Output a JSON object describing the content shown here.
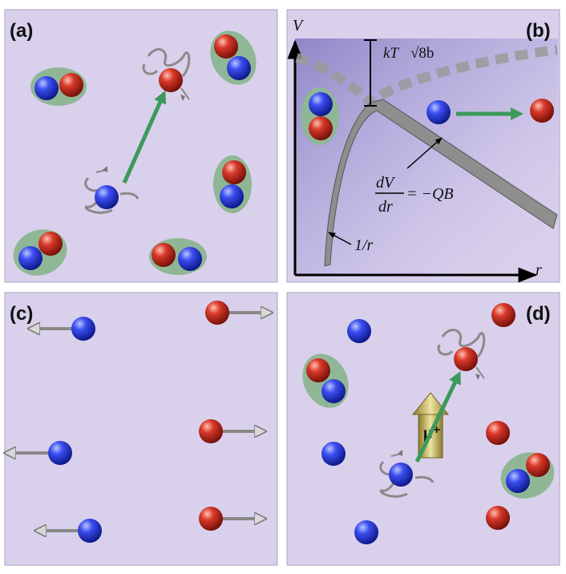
{
  "panels": {
    "a": {
      "label": "(a)"
    },
    "b": {
      "label": "(b)",
      "axis_y_label": "V",
      "axis_x_label": "r",
      "barrier_label_kT": "kT",
      "barrier_label_sqrt": "√8b",
      "slope_num": "dV",
      "slope_den": "dr",
      "slope_rhs": "= −QB",
      "inverse_r_label": "1/r"
    },
    "c": {
      "label": "(c)"
    },
    "d": {
      "label": "(d)",
      "muon_label": "μ⁺"
    }
  },
  "colors": {
    "panel_bg": "#d9d0ec",
    "panel_border": "#aaa3bf",
    "pair_ellipse": "#8fb796",
    "blue_charge": "#1d2fd0",
    "red_charge": "#c0261a",
    "arrow_green": "#3c9a5b",
    "arrow_gray": "#8d8d8d",
    "muon_gold": "#b8a84a"
  },
  "icons": {
    "blue": "blue-charge-sphere-icon",
    "red": "red-charge-sphere-icon",
    "ribbon": "ribbon-trail-icon",
    "muon": "muon-arrow-icon"
  }
}
